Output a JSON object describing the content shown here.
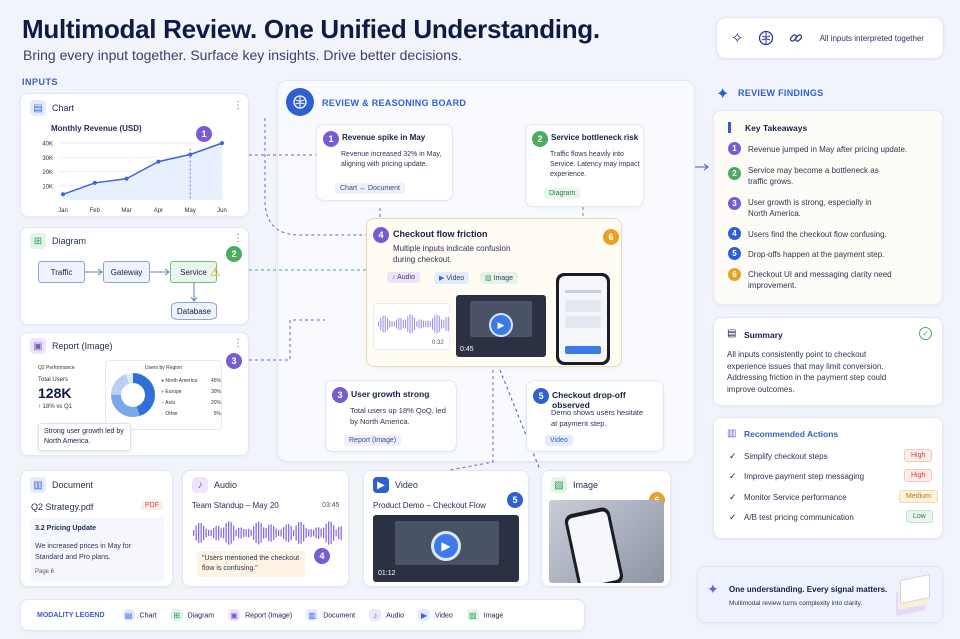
{
  "header": {
    "title": "Multimodal Review. One Unified Understanding.",
    "subtitle": "Bring every input together. Surface key insights. Drive better decisions.",
    "pill_text": "All inputs interpreted together"
  },
  "inputs": {
    "section_label": "INPUTS",
    "chart": {
      "label": "Chart",
      "title": "Monthly Revenue (USD)",
      "y_ticks": [
        "40K",
        "30K",
        "20K",
        "10K"
      ],
      "marker": "1"
    },
    "diagram": {
      "label": "Diagram",
      "nodes": [
        "Traffic",
        "Gateway",
        "Service",
        "Database"
      ],
      "marker": "2"
    },
    "report": {
      "label": "Report (Image)",
      "perf_title": "Q2 Performance",
      "total_label": "Total Users",
      "total_value": "128K",
      "delta": "↑ 18% vs Q1",
      "region_title": "Users by Region",
      "regions": [
        {
          "name": "North America",
          "pct": "45%"
        },
        {
          "name": "Europe",
          "pct": "30%"
        },
        {
          "name": "Asia",
          "pct": "20%"
        },
        {
          "name": "Other",
          "pct": "5%"
        }
      ],
      "note": "Strong user growth led by North America.",
      "marker": "3"
    },
    "document": {
      "label": "Document",
      "file": "Q2 Strategy.pdf",
      "type": "PDF",
      "section": "3.2 Pricing Update",
      "text": "We increased prices in May for Standard and Pro plans.",
      "page": "Page 6"
    },
    "audio": {
      "label": "Audio",
      "title": "Team Standup – May 20",
      "duration": "03:45",
      "quote": "\"Users mentioned the checkout flow is confusing.\"",
      "marker": "4"
    },
    "video": {
      "label": "Video",
      "title": "Product Demo – Checkout Flow",
      "time": "01:12",
      "marker": "5"
    },
    "image": {
      "label": "Image",
      "marker": "6"
    }
  },
  "board": {
    "title": "REVIEW & REASONING BOARD",
    "cards": [
      {
        "num": "1",
        "title": "Revenue spike in May",
        "text": "Revenue increased 32% in May, aligning with pricing update.",
        "tag": "Chart ↔ Document"
      },
      {
        "num": "2",
        "title": "Service bottleneck risk",
        "text": "Traffic flows heavily into Service. Latency may impact experience.",
        "tag": "Diagram"
      },
      {
        "num": "4",
        "title": "Checkout flow friction",
        "text": "Multiple inputs indicate confusion during checkout.",
        "tags": [
          "Audio",
          "Video",
          "Image"
        ],
        "audio_time": "0:32",
        "video_time": "0:45",
        "num2": "6"
      },
      {
        "num": "3",
        "title": "User growth strong",
        "text": "Total users up 18% QoQ, led by North America.",
        "tag": "Report (Image)"
      },
      {
        "num": "5",
        "title": "Checkout drop-off observed",
        "text": "Demo shows users hesitate at payment step.",
        "tag": "Video"
      }
    ]
  },
  "findings": {
    "title": "REVIEW FINDINGS",
    "takeaways_title": "Key Takeaways",
    "takeaways": [
      {
        "num": "1",
        "text": "Revenue jumped in May after pricing update."
      },
      {
        "num": "2",
        "text": "Service may become a bottleneck as traffic grows."
      },
      {
        "num": "3",
        "text": "User growth is strong, especially in North America."
      },
      {
        "num": "4",
        "text": "Users find the checkout flow confusing."
      },
      {
        "num": "5",
        "text": "Drop-offs happen at the payment step."
      },
      {
        "num": "6",
        "text": "Checkout UI and messaging clarity need improvement."
      }
    ],
    "summary_title": "Summary",
    "summary_text": "All inputs consistently point to checkout experience issues that may limit conversion. Addressing friction in the payment step could improve outcomes.",
    "actions_title": "Recommended Actions",
    "actions": [
      {
        "text": "Simplify checkout steps",
        "priority": "High"
      },
      {
        "text": "Improve payment step messaging",
        "priority": "High"
      },
      {
        "text": "Monitor Service performance",
        "priority": "Medium"
      },
      {
        "text": "A/B test pricing communication",
        "priority": "Low"
      }
    ],
    "footer_title": "One understanding. Every signal matters.",
    "footer_text": "Multimodal review turns complexity into clarity."
  },
  "legend": {
    "title": "MODALITY LEGEND",
    "items": [
      "Chart",
      "Diagram",
      "Report (Image)",
      "Document",
      "Audio",
      "Video",
      "Image"
    ]
  },
  "chart_data": {
    "type": "line",
    "categories": [
      "Jan",
      "Feb",
      "Mar",
      "Apr",
      "May",
      "Jun"
    ],
    "values": [
      4000,
      12000,
      15000,
      27000,
      32000,
      40000
    ],
    "title": "Monthly Revenue (USD)",
    "ylim": [
      0,
      45000
    ]
  }
}
